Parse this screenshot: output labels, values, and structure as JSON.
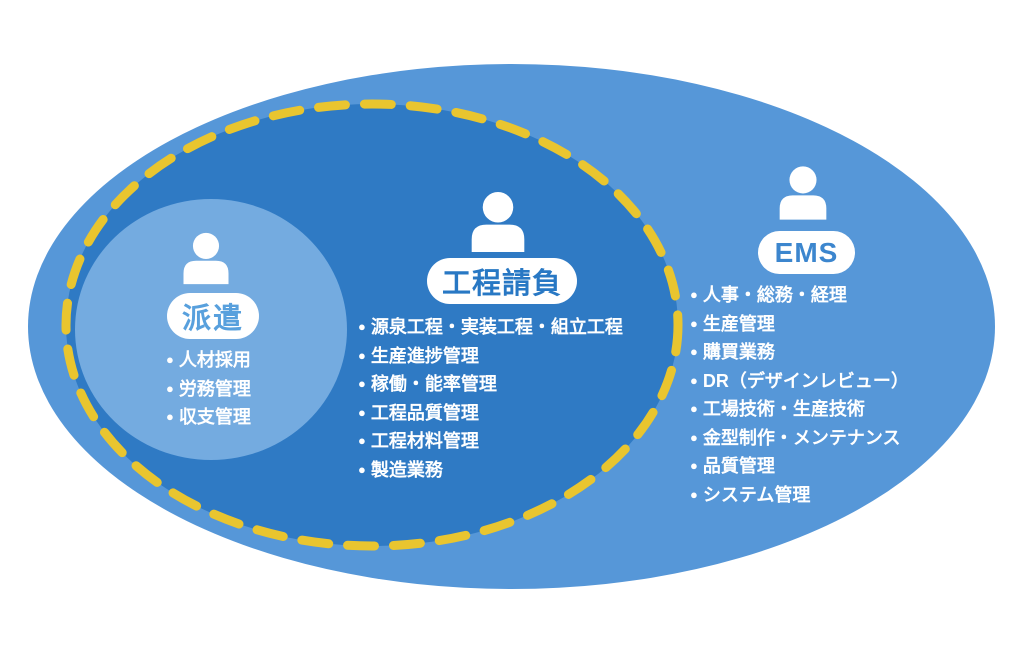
{
  "bullet": "●",
  "colors": {
    "outer_ellipse": "#5697D8",
    "inner_dashed_ellipse": "#2F7AC4",
    "haken_circle": "#74ABE0",
    "dash_yellow": "#E9C52F",
    "haken_label_text": "#58A0DD",
    "ukeoi_label_text": "#2878C4",
    "ems_label_text": "#3C86CE",
    "list_text": "#FFFFFF",
    "background": "#FFFFFF"
  },
  "groups": [
    {
      "id": "haken",
      "label": "派遣",
      "items": [
        "人材採用",
        "労務管理",
        "収支管理"
      ]
    },
    {
      "id": "ukeoi",
      "label": "工程請負",
      "items": [
        "源泉工程・実装工程・組立工程",
        "生産進捗管理",
        "稼働・能率管理",
        "工程品質管理",
        "工程材料管理",
        "製造業務"
      ]
    },
    {
      "id": "ems",
      "label": "EMS",
      "items": [
        "人事・総務・経理",
        "生産管理",
        "購買業務",
        "DR（デザインレビュー）",
        "工場技術・生産技術",
        "金型制作・メンテナンス",
        "品質管理",
        "システム管理"
      ]
    }
  ]
}
